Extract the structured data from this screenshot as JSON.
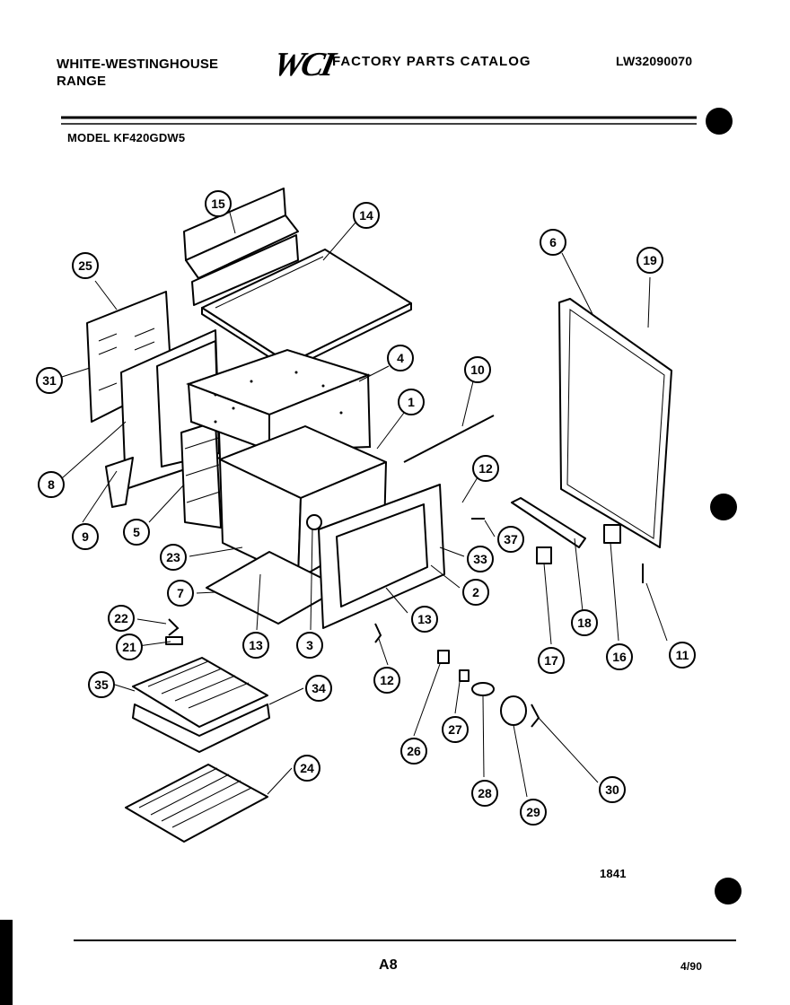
{
  "header": {
    "brand_line1": "WHITE-WESTINGHOUSE",
    "brand_line2": "RANGE",
    "logo": "WCI",
    "catalog_title": "FACTORY PARTS CATALOG",
    "catalog_code": "LW32090070",
    "model": "MODEL KF420GDW5"
  },
  "footer": {
    "figure_number": "1841",
    "page": "A8",
    "date": "4/90"
  },
  "callouts": [
    {
      "id": "c15",
      "label": "15"
    },
    {
      "id": "c14",
      "label": "14"
    },
    {
      "id": "c25",
      "label": "25"
    },
    {
      "id": "c31",
      "label": "31"
    },
    {
      "id": "c4",
      "label": "4"
    },
    {
      "id": "c1",
      "label": "1"
    },
    {
      "id": "c10",
      "label": "10"
    },
    {
      "id": "c6",
      "label": "6"
    },
    {
      "id": "c19",
      "label": "19"
    },
    {
      "id": "c8",
      "label": "8"
    },
    {
      "id": "c12a",
      "label": "12"
    },
    {
      "id": "c9",
      "label": "9"
    },
    {
      "id": "c5",
      "label": "5"
    },
    {
      "id": "c37",
      "label": "37"
    },
    {
      "id": "c23",
      "label": "23"
    },
    {
      "id": "c33",
      "label": "33"
    },
    {
      "id": "c7",
      "label": "7"
    },
    {
      "id": "c2",
      "label": "2"
    },
    {
      "id": "c22",
      "label": "22"
    },
    {
      "id": "c13a",
      "label": "13"
    },
    {
      "id": "c13b",
      "label": "13"
    },
    {
      "id": "c3",
      "label": "3"
    },
    {
      "id": "c18",
      "label": "18"
    },
    {
      "id": "c21",
      "label": "21"
    },
    {
      "id": "c17",
      "label": "17"
    },
    {
      "id": "c16",
      "label": "16"
    },
    {
      "id": "c11",
      "label": "11"
    },
    {
      "id": "c12b",
      "label": "12"
    },
    {
      "id": "c35",
      "label": "35"
    },
    {
      "id": "c34",
      "label": "34"
    },
    {
      "id": "c27",
      "label": "27"
    },
    {
      "id": "c26",
      "label": "26"
    },
    {
      "id": "c24",
      "label": "24"
    },
    {
      "id": "c30",
      "label": "30"
    },
    {
      "id": "c28",
      "label": "28"
    },
    {
      "id": "c29",
      "label": "29"
    }
  ]
}
